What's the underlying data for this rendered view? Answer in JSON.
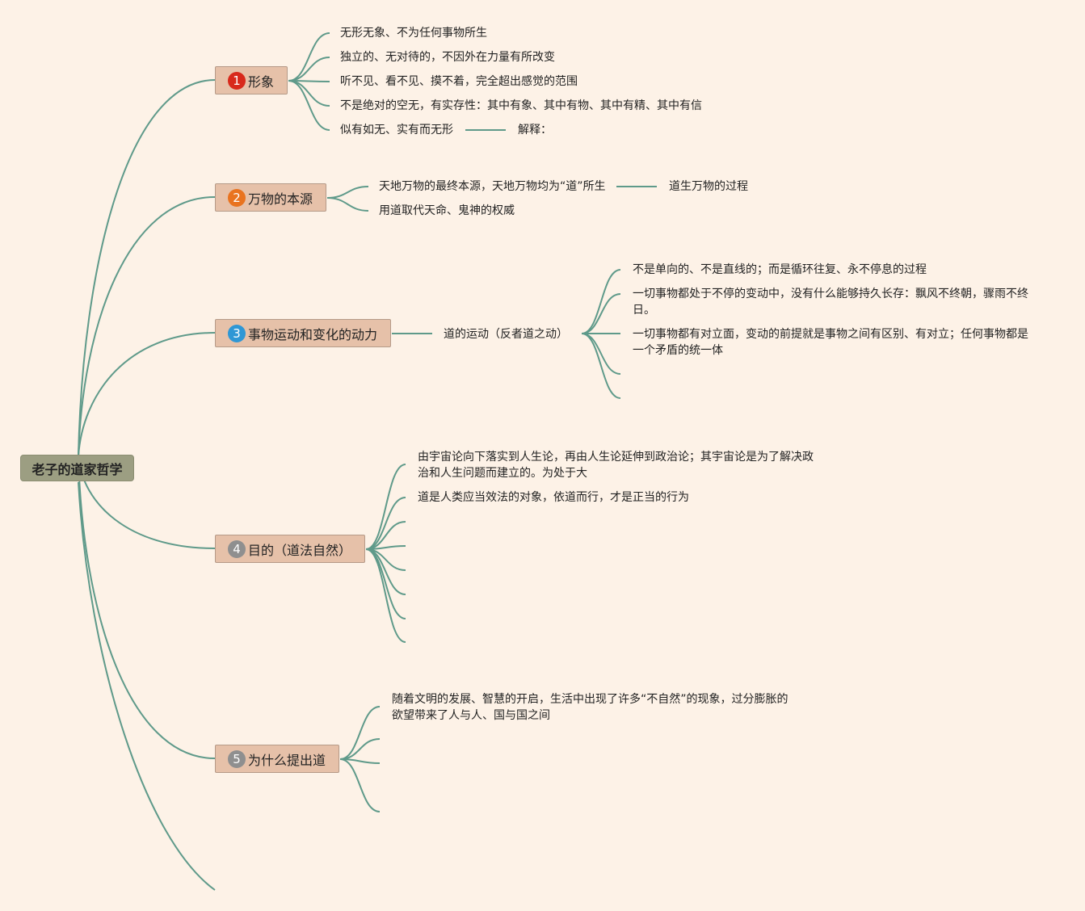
{
  "root": {
    "label": "老子的道家哲学"
  },
  "colors": {
    "background": "#fdf2e7",
    "line": "#5f9a8a",
    "root_fill": "#9c9e82",
    "branch_fill": "#e6c1a9",
    "badge_1": "#d8291b",
    "badge_2": "#e9731f",
    "badge_3": "#2f97d5",
    "badge_4": "#8f8f8f",
    "badge_5": "#8f8f8f"
  },
  "branches": [
    {
      "number": "1",
      "label": "形象",
      "items": [
        "无形无象、不为任何事物所生",
        "独立的、无对待的，不因外在力量有所改变",
        "听不见、看不见、摸不着，完全超出感觉的范围",
        "不是绝对的空无，有实存性：其中有象、其中有物、其中有精、其中有信",
        "似有如无、实有而无形"
      ],
      "item5_child": "解释："
    },
    {
      "number": "2",
      "label": "万物的本源",
      "items": [
        "天地万物的最终本源，天地万物均为“道”所生",
        "用道取代天命、鬼神的权威"
      ],
      "item1_child": "道生万物的过程"
    },
    {
      "number": "3",
      "label": "事物运动和变化的动力",
      "child": "道的运动（反者道之动）",
      "grandchildren": [
        "不是单向的、不是直线的；而是循环往复、永不停息的过程",
        "一切事物都处于不停的变动中，没有什么能够持久长存：飘风不终朝，骤雨不终日。",
        "一切事物都有对立面，变动的前提就是事物之间有区别、有对立；任何事物都是一个矛盾的统一体"
      ]
    },
    {
      "number": "4",
      "label": "目的（道法自然）",
      "items": [
        "由宇宙论向下落实到人生论，再由人生论延伸到政治论；其宇宙论是为了解决政治和人生问题而建立的。为处于大",
        "道是人类应当效法的对象，依道而行，才是正当的行为"
      ]
    },
    {
      "number": "5",
      "label": "为什么提出道",
      "items": [
        "随着文明的发展、智慧的开启，生活中出现了许多“不自然”的现象，过分膨胀的欲望带来了人与人、国与国之间"
      ]
    }
  ]
}
